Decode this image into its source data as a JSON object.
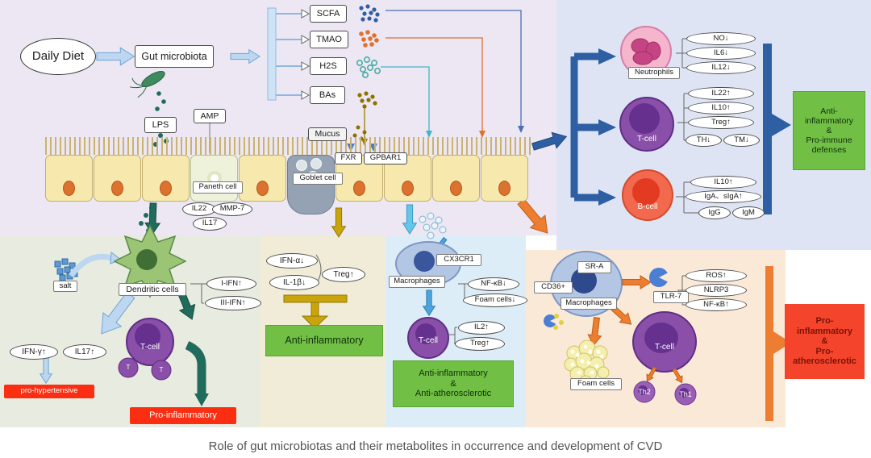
{
  "caption": "Role of gut microbiotas and their metabolites in occurrence and development of CVD",
  "colors": {
    "outcome_positive": "#71bf45",
    "outcome_negative": "#fc2e11",
    "arrow_dark_blue": "#2e5fa3",
    "arrow_light_blue": "#bdd7f0",
    "arrow_teal": "#206b5c",
    "arrow_gold": "#c9a50b",
    "arrow_orange": "#ed7d31"
  },
  "flow": {
    "daily_diet": "Daily Diet",
    "gut_microbiota": "Gut microbiota",
    "metabolites": {
      "scfa": "SCFA",
      "tmao": "TMAO",
      "h2s": "H2S",
      "bas": "BAs"
    },
    "lps": "LPS",
    "amp": "AMP",
    "mucus": "Mucus",
    "fxr": "FXR",
    "gpbar1": "GPBAR1",
    "paneth_cell": "Paneth cell",
    "goblet_cell": "Goblet cell",
    "paneth_factors": {
      "il22": "IL22",
      "mmp7": "MMP-7",
      "il17": "IL17"
    }
  },
  "immune_panel": {
    "neutrophils": {
      "label": "Neutrophils",
      "no": "NO↓",
      "il6": "IL6↓",
      "il12": "IL12↓"
    },
    "t_cell": {
      "label": "T-cell",
      "il22": "IL22↑",
      "il10": "IL10↑",
      "treg": "Treg↑",
      "th": "TH↓",
      "tm": "TM↓"
    },
    "b_cell": {
      "label": "B-cell",
      "il10": "IL10↑",
      "iga": "IgA、sIgA↑",
      "igg": "IgG",
      "igm": "IgM"
    },
    "outcome": "Anti-\ninflammatory\n&\nPro-immune\ndefenses"
  },
  "dendritic_panel": {
    "salt": "salt",
    "dendritic_cells": "Dendritic cells",
    "i_ifn": "I-IFN↑",
    "iii_ifn": "III-IFN↑",
    "ifn_g": "IFN-γ↑",
    "il17": "IL17↑",
    "pro_hypertensive": "pro-hypertensive",
    "t_cell": "T-cell",
    "t_small_1": "T",
    "t_small_2": "T",
    "pro_inflammatory": "Pro-inflammatory"
  },
  "tolerance_panel": {
    "ifn_a": "IFN-α↓",
    "il1b": "IL-1β↓",
    "treg": "Treg↑",
    "outcome": "Anti-inflammatory"
  },
  "macrophage_panel": {
    "cx3cr1": "CX3CR1",
    "macrophages": "Macrophages",
    "nfkb": "NF-κB↓",
    "foam_cells": "Foam cells↓",
    "t_cell": "T-cell",
    "il2": "IL2↑",
    "treg": "Treg↑",
    "outcome": "Anti-inflammatory\n&\nAnti-atherosclerotic"
  },
  "atherogenic_panel": {
    "sr_a": "SR-A",
    "cd36": "CD36+",
    "macrophages": "Macrophages",
    "tlr7": "TLR-7",
    "ros": "ROS↑",
    "nlrp3": "NLRP3",
    "nfkb": "NF-κB↑",
    "foam_cells": "Foam cells",
    "t_cell": "T-cell",
    "th2": "Th2",
    "th1": "Th1",
    "outcome": "Pro-\ninflammatory\n&\nPro-\natherosclerotic"
  }
}
